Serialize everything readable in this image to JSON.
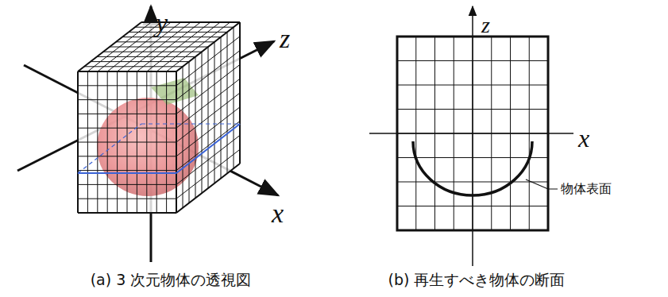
{
  "diagram": {
    "labels": [
      "y",
      "z",
      "x",
      "z",
      "x",
      "物体表面",
      "(a) 3 次元物体の透視図",
      "(b) 再生すべき物体の断面"
    ]
  }
}
